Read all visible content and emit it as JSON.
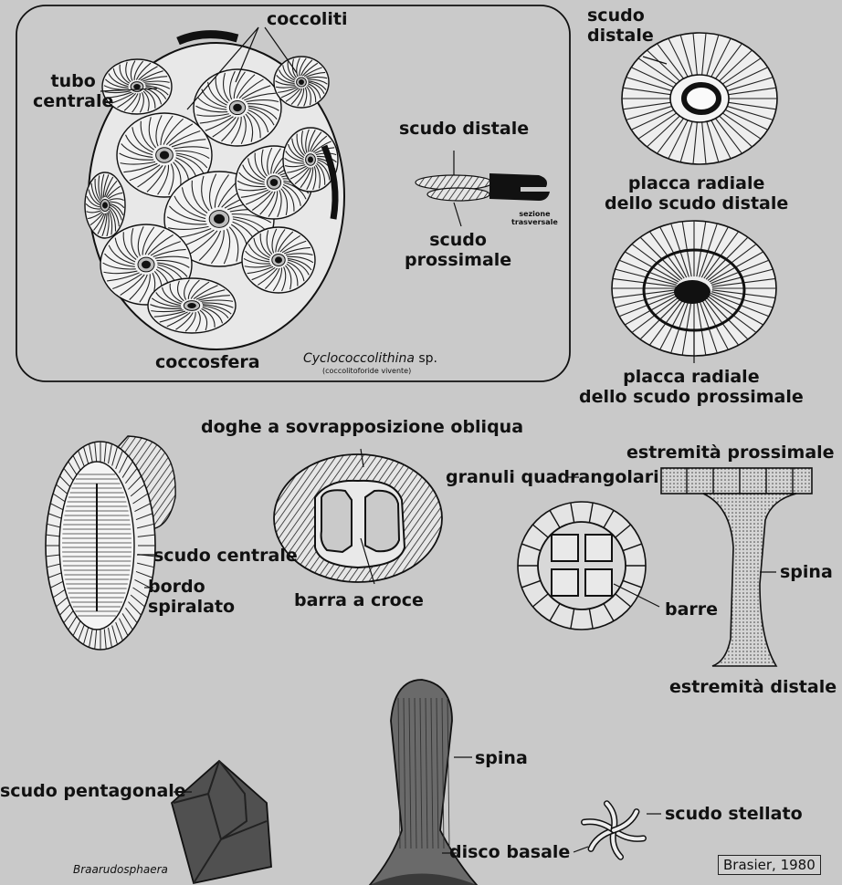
{
  "labels": {
    "coccoliti": "coccoliti",
    "tubo_centrale": "tubo\ncentrale",
    "coccosfera": "coccosfera",
    "species_name": "Cyclococcolithina",
    "species_sp": " sp.",
    "species_note": "(coccolitoforide vivente)",
    "scudo_distale_mid": "scudo distale",
    "sezione": "sezione\ntrasversale",
    "scudo_prossimale": "scudo\nprossimale",
    "scudo_distale_top": "scudo\ndistale",
    "placca_distale": "placca radiale\ndello scudo distale",
    "placca_prossimale": "placca radiale\ndello scudo prossimale",
    "doghe": "doghe a sovrapposizione obliqua",
    "scudo_centrale": "scudo centrale",
    "bordo": "bordo\nspiralato",
    "barra_croce": "barra a croce",
    "estremita_prossimale": "estremità prossimale",
    "granuli": "granuli quadrangolari",
    "spina1": "spina",
    "barre": "barre",
    "estremita_distale": "estremità distale",
    "scudo_pentagonale": "scudo pentagonale",
    "braarudosphaera": "Braarudosphaera",
    "spina2": "spina",
    "disco_basale": "disco basale",
    "scudo_stellato": "scudo stellato",
    "credit": "Brasier, 1980"
  }
}
